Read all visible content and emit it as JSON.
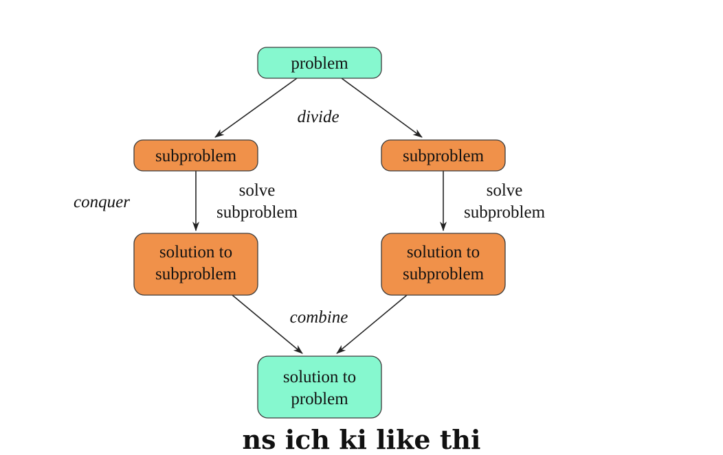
{
  "colors": {
    "endpoint_fill": "#86f8cf",
    "step_fill": "#f0914a",
    "edge": "#222222"
  },
  "nodes": {
    "problem": "problem",
    "subproblem_left": "subproblem",
    "subproblem_right": "subproblem",
    "solution_left": [
      "solution to",
      "subproblem"
    ],
    "solution_right": [
      "solution to",
      "subproblem"
    ],
    "solution_problem": [
      "solution to",
      "problem"
    ]
  },
  "labels": {
    "divide": "divide",
    "conquer": "conquer",
    "combine": "combine",
    "solve_left": [
      "solve",
      "subproblem"
    ],
    "solve_right": [
      "solve",
      "subproblem"
    ]
  },
  "footer_text": "ns        ich ki  like thi"
}
